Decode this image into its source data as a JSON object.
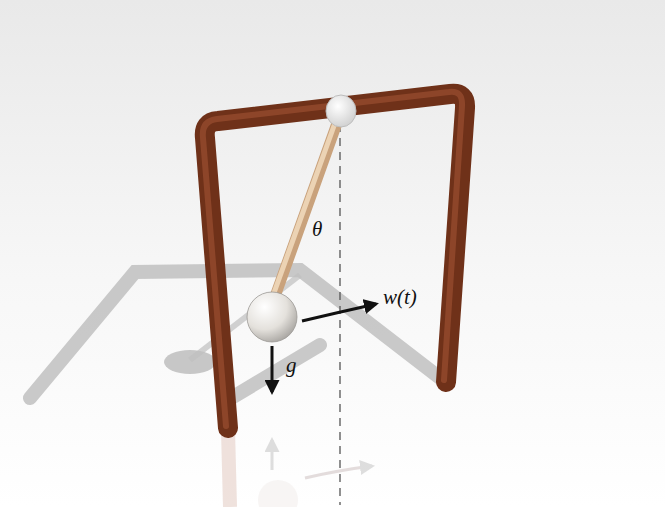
{
  "diagram": {
    "labels": [
      "θ",
      "w(t)",
      "g"
    ]
  }
}
